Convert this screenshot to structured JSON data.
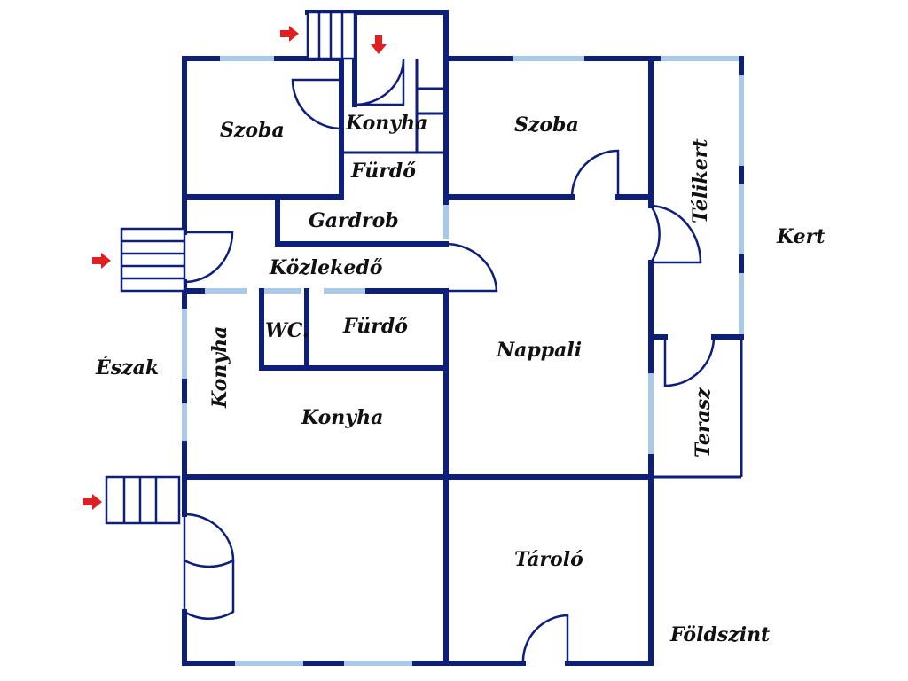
{
  "plan": {
    "floor_label": "Földszint",
    "compass_label": "Észak",
    "garden_label": "Kert",
    "rooms": {
      "szoba_left": "Szoba",
      "konyha_top": "Konyha",
      "furdo_top": "Fürdő",
      "szoba_right": "Szoba",
      "telikert": "Télikert",
      "gardrob": "Gardrob",
      "kozlekedo": "Közlekedő",
      "wc": "WC.",
      "furdo_mid": "Fürdő",
      "konyha_side": "Konyha",
      "konyha_main": "Konyha",
      "nappali": "Nappali",
      "terasz": "Terasz",
      "tarolo": "Tároló"
    },
    "colors": {
      "wall": "#0d1f7a",
      "window": "#a9c8ea",
      "entrance_arrow": "#e02020"
    },
    "icons": [
      "entrance-arrow-icon",
      "door-swing-icon",
      "stairs-icon"
    ]
  }
}
